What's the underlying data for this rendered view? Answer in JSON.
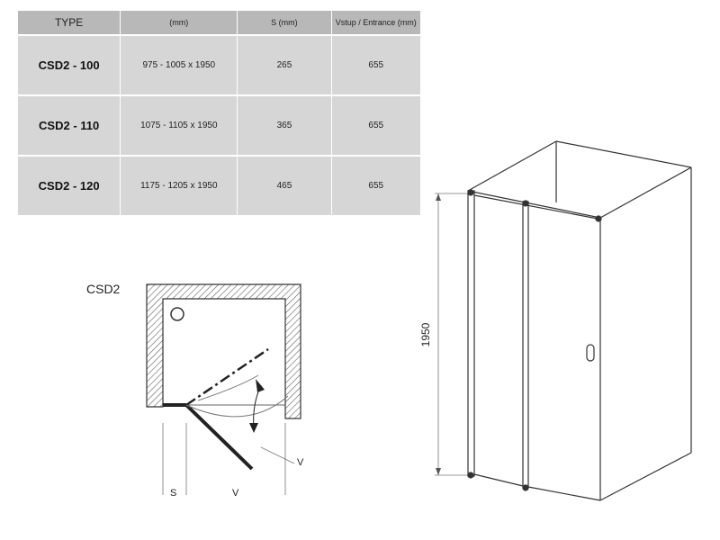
{
  "table": {
    "headers": [
      "TYPE",
      "(mm)",
      "S (mm)",
      "Vstup / Entrance (mm)"
    ],
    "rows": [
      {
        "type": "CSD2 - 100",
        "size": "975 - 1005 x 1950",
        "s": "265",
        "entrance": "655"
      },
      {
        "type": "CSD2 - 110",
        "size": "1075 - 1105 x 1950",
        "s": "365",
        "entrance": "655"
      },
      {
        "type": "CSD2 - 120",
        "size": "1175 - 1205 x 1950",
        "s": "465",
        "entrance": "655"
      }
    ]
  },
  "plan": {
    "title": "CSD2",
    "label_s": "S",
    "label_v": "V",
    "label_v_arrow": "V"
  },
  "elevation": {
    "height_label": "1950"
  }
}
